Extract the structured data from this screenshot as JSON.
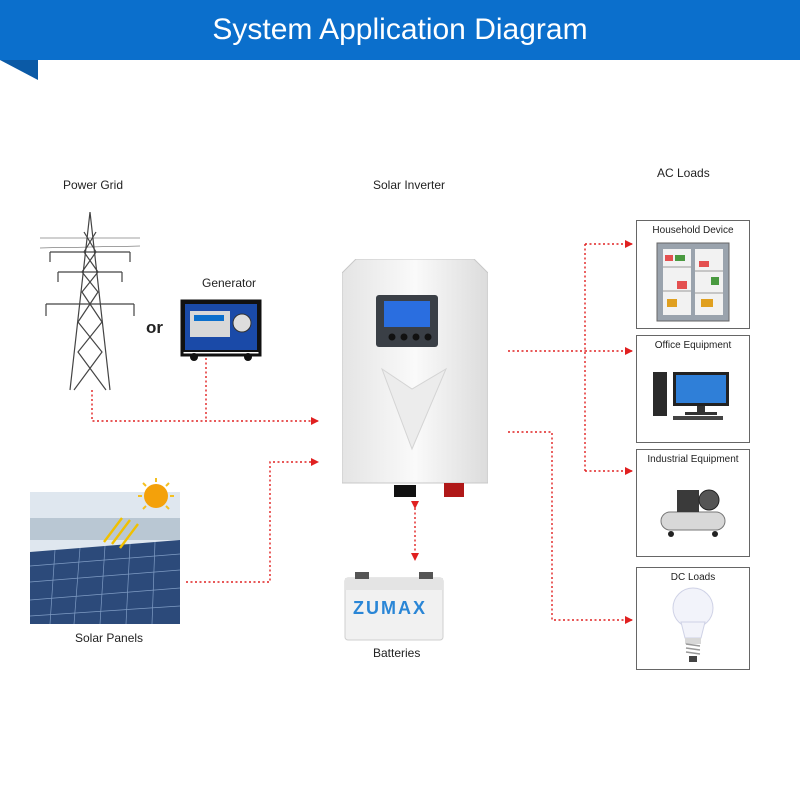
{
  "header": {
    "title": "System Application Diagram"
  },
  "nodes": {
    "power_grid": "Power Grid",
    "or": "or",
    "generator": "Generator",
    "solar_inverter": "Solar Inverter",
    "ac_loads": "AC Loads",
    "solar_panels": "Solar Panels",
    "batteries": "Batteries",
    "battery_brand": "ZUMAX"
  },
  "loads": [
    {
      "label": "Household Device"
    },
    {
      "label": "Office Equipment"
    },
    {
      "label": "Industrial Equipment"
    },
    {
      "label": "DC Loads"
    }
  ],
  "colors": {
    "banner": "#0b6fcc",
    "flow_line": "#e02020",
    "box_border": "#666666"
  }
}
